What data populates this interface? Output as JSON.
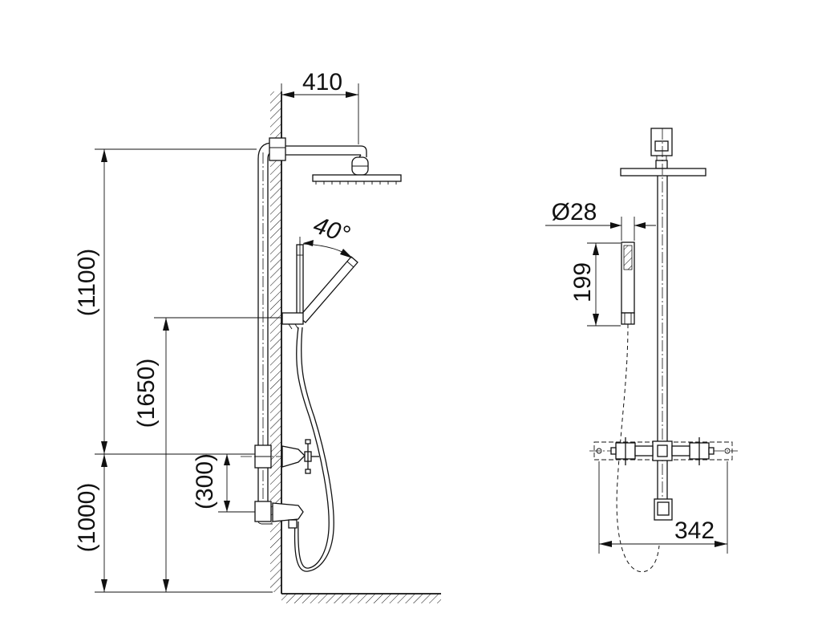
{
  "dimensions": {
    "arm_length": "410",
    "handshower_angle": "40°",
    "height_overhead_above_mixer": "(1100)",
    "height_holder": "(1650)",
    "mixer_to_outlet": "(300)",
    "mixer_height": "(1000)",
    "handshower_diameter": "Ø28",
    "handshower_length": "199",
    "mixer_width": "342"
  }
}
